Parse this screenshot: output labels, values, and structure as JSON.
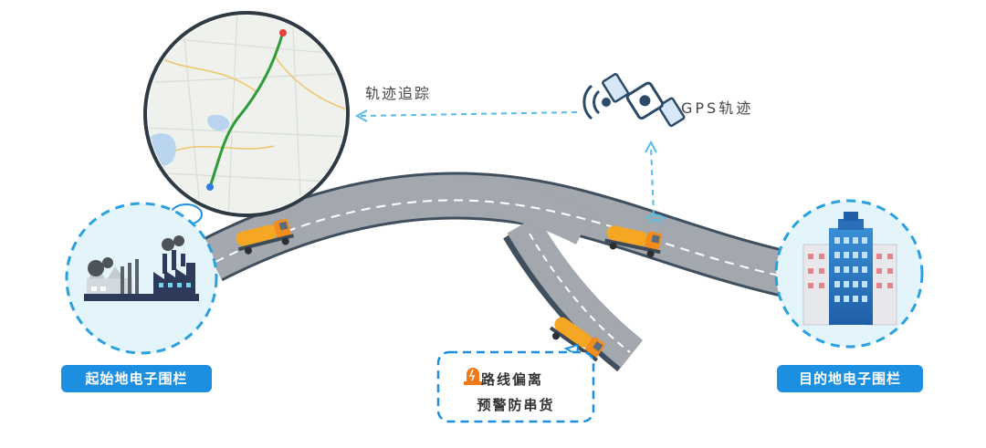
{
  "labels": {
    "track_follow": "轨迹追踪",
    "gps_track": "GPS轨迹",
    "start_fence": "起始地电子围栏",
    "dest_fence": "目的地电子围栏",
    "deviation_line1": "路线偏离",
    "deviation_line2": "预警防串货"
  },
  "colors": {
    "accent_blue": "#1d8fe1",
    "dash_blue": "#54bde8",
    "road_gray": "#a3a7ae",
    "road_edge": "#3f4f5e",
    "truck_orange": "#f5a623",
    "alarm_orange": "#f07a1a",
    "route_green": "#2e9b3a"
  },
  "icons": {
    "satellite": "satellite-icon",
    "signal": "signal-waves-icon",
    "alarm": "alarm-light-icon",
    "factory": "factory-icon",
    "buildings": "city-buildings-icon",
    "map": "route-map-icon",
    "truck": "tanker-truck-icon"
  }
}
